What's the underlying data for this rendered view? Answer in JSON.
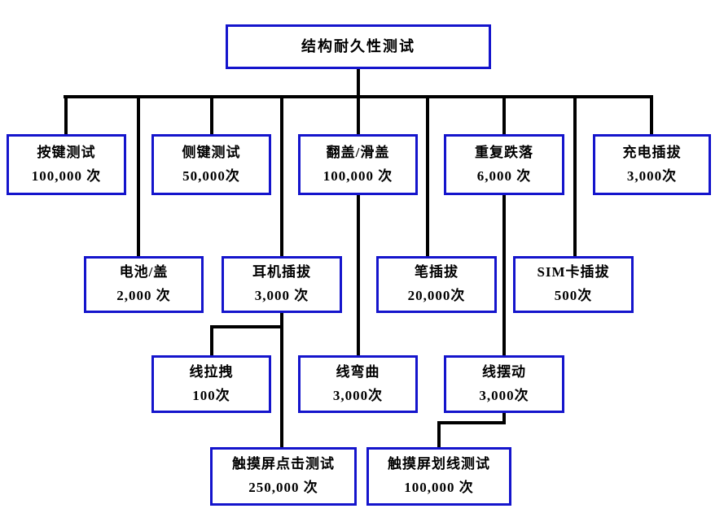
{
  "title": "结构耐久性测试",
  "colors": {
    "box_border": "#1414cc",
    "line": "#000000",
    "background": "#ffffff"
  },
  "nodes": [
    {
      "id": "key-test",
      "line1": "按键测试",
      "line2": "100,000 次"
    },
    {
      "id": "side-key-test",
      "line1": "侧键测试",
      "line2": "50,000次"
    },
    {
      "id": "flip-slide",
      "line1": "翻盖/滑盖",
      "line2": "100,000 次"
    },
    {
      "id": "repeat-drop",
      "line1": "重复跌落",
      "line2": "6,000 次"
    },
    {
      "id": "charge-plug",
      "line1": "充电插拔",
      "line2": "3,000次"
    },
    {
      "id": "battery-cover",
      "line1": "电池/盖",
      "line2": "2,000 次"
    },
    {
      "id": "earphone-plug",
      "line1": "耳机插拔",
      "line2": "3,000 次"
    },
    {
      "id": "pen-plug",
      "line1": "笔插拔",
      "line2": "20,000次"
    },
    {
      "id": "sim-card-plug",
      "line1": "SIM卡插拔",
      "line2": "500次"
    },
    {
      "id": "wire-pull",
      "line1": "线拉拽",
      "line2": "100次"
    },
    {
      "id": "wire-bend",
      "line1": "线弯曲",
      "line2": "3,000次"
    },
    {
      "id": "wire-swing",
      "line1": "线摆动",
      "line2": "3,000次"
    },
    {
      "id": "touchscreen-tap",
      "line1": "触摸屏点击测试",
      "line2": "250,000 次"
    },
    {
      "id": "touchscreen-line",
      "line1": "触摸屏划线测试",
      "line2": "100,000 次"
    }
  ]
}
